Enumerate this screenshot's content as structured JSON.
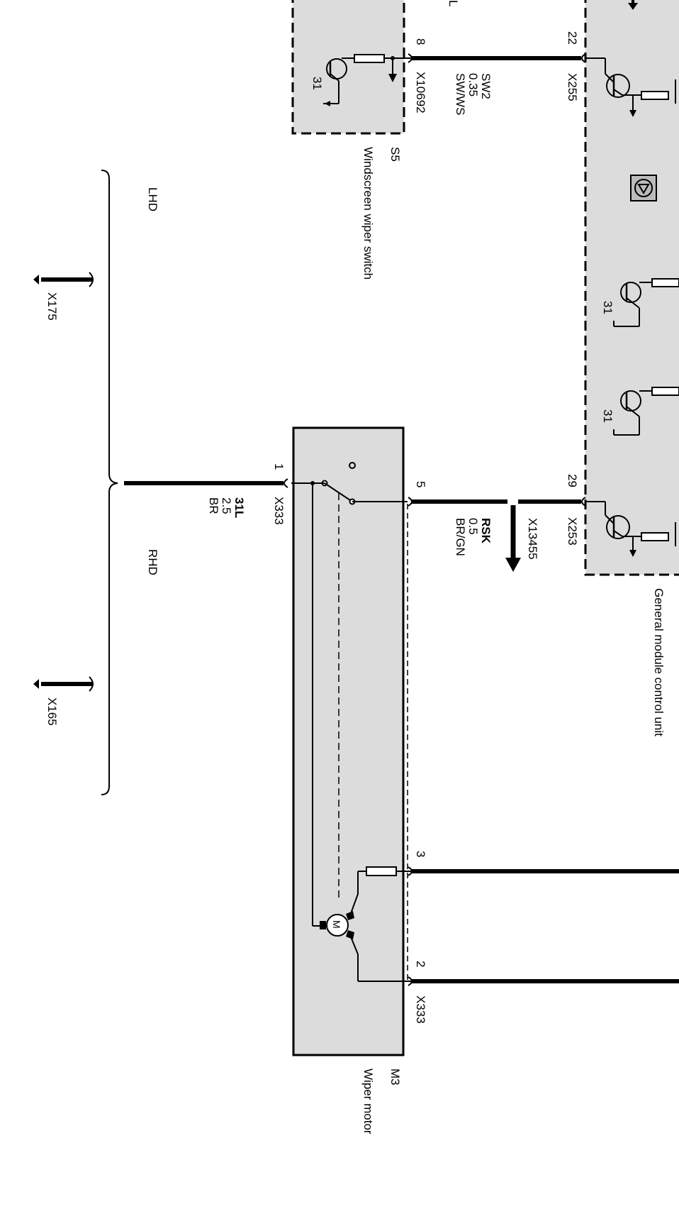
{
  "general_module": {
    "name": "General module control unit",
    "connector_top": "X255",
    "connector_bottom": "X253",
    "pin_top": "22",
    "pin_bottom": "29",
    "ground_label": "31",
    "top_cut_label": "L"
  },
  "wiper_switch": {
    "code": "S5",
    "name": "Windscreen wiper switch",
    "connector": "X10692",
    "pin": "8",
    "ground_label": "31"
  },
  "wire_sw2": {
    "signal": "SW2",
    "size": "0.35",
    "color": "SW/WS"
  },
  "wire_rsk": {
    "connector": "X13455",
    "signal": "RSK",
    "size": "0.5",
    "color": "BR/GN"
  },
  "wiper_motor": {
    "code": "M3",
    "name": "Wiper motor",
    "connector_left": "X333",
    "connector_right": "X333",
    "pin_ground": "1",
    "pin_park": "5",
    "pin_a": "3",
    "pin_b": "2",
    "motor_symbol": "M"
  },
  "wire_ground": {
    "signal": "31L",
    "size": "2.5",
    "color": "BR"
  },
  "ground_points": [
    {
      "label": "X175",
      "variant": "LHD"
    },
    {
      "label": "X165",
      "variant": "RHD"
    }
  ],
  "variants": {
    "lhd": "LHD",
    "rhd": "RHD"
  },
  "colors": {
    "box_fill": "#dcdcdc",
    "line": "#000000"
  }
}
